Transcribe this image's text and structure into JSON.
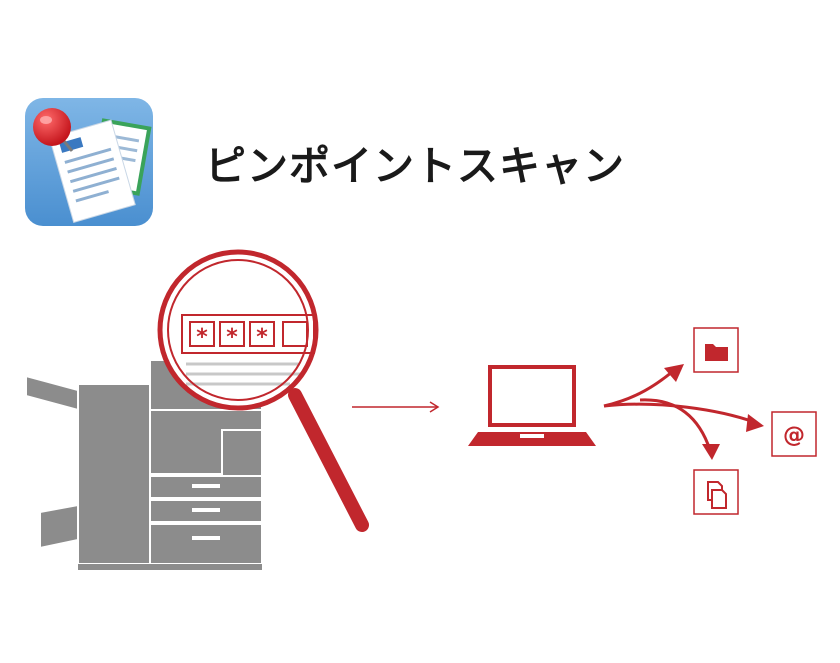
{
  "app": {
    "title": "ピンポイントスキャン",
    "icon": "pin-document-icon"
  },
  "diagram": {
    "masked_field_glyph": "*",
    "masked_field_count": 3,
    "empty_field_count": 1,
    "email_glyph": "@",
    "destinations": [
      "folder-icon",
      "email-icon",
      "document-copy-icon"
    ]
  },
  "colors": {
    "accent_red": "#c1272d",
    "machine_gray": "#8c8c8c",
    "icon_blue": "#5b9bd5"
  }
}
